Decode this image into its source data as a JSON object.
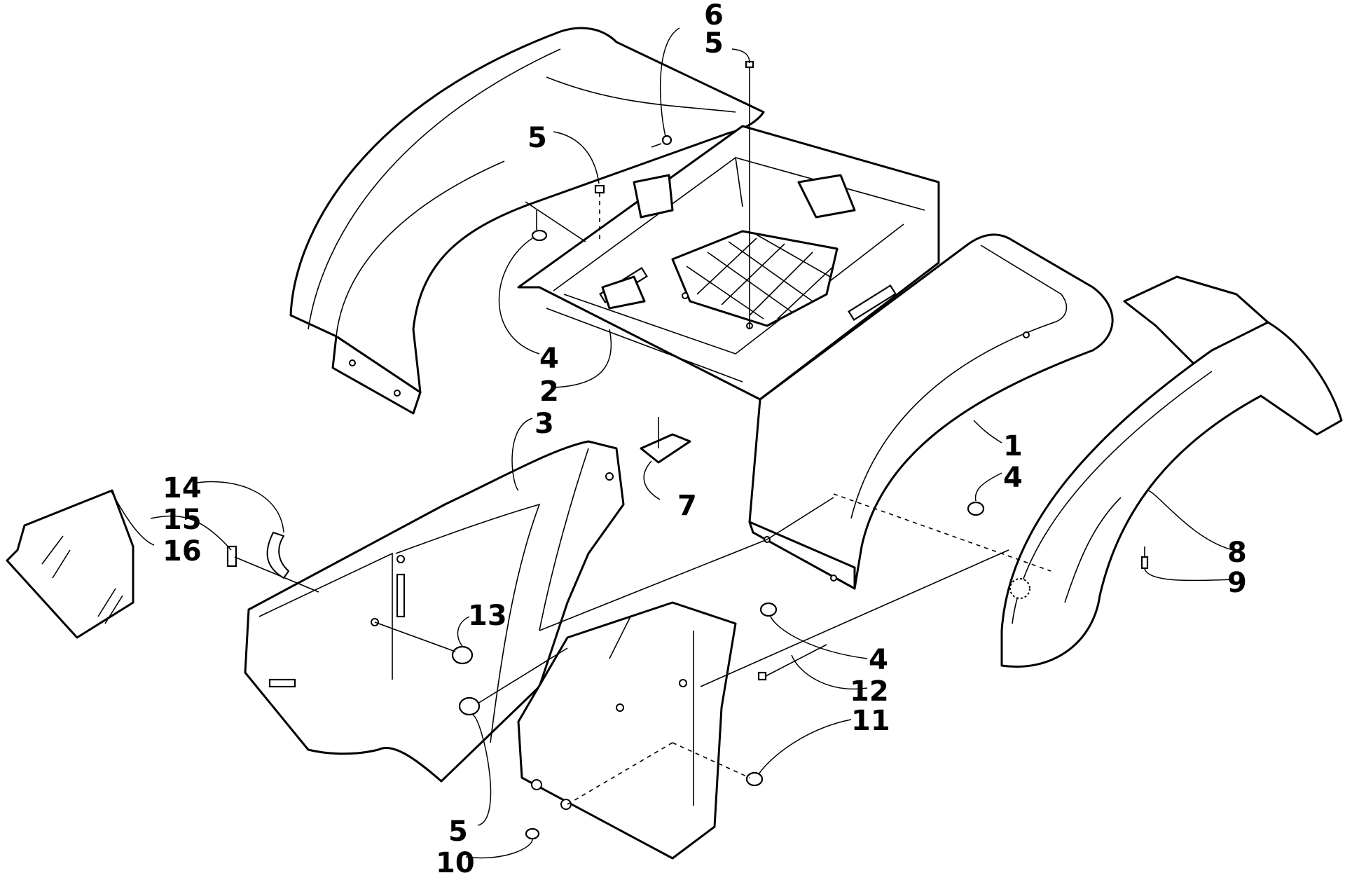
{
  "callouts": [
    {
      "id": "c6-top",
      "text": "6"
    },
    {
      "id": "c5-top",
      "text": "5"
    },
    {
      "id": "c5-rack",
      "text": "5"
    },
    {
      "id": "c4-left",
      "text": "4"
    },
    {
      "id": "c2",
      "text": "2"
    },
    {
      "id": "c3",
      "text": "3"
    },
    {
      "id": "c1",
      "text": "1"
    },
    {
      "id": "c4-fender",
      "text": "4"
    },
    {
      "id": "c7",
      "text": "7"
    },
    {
      "id": "c14",
      "text": "14"
    },
    {
      "id": "c15",
      "text": "15"
    },
    {
      "id": "c16",
      "text": "16"
    },
    {
      "id": "c13",
      "text": "13"
    },
    {
      "id": "c8",
      "text": "8"
    },
    {
      "id": "c9",
      "text": "9"
    },
    {
      "id": "c4-flap",
      "text": "4"
    },
    {
      "id": "c12",
      "text": "12"
    },
    {
      "id": "c11",
      "text": "11"
    },
    {
      "id": "c5-bottom",
      "text": "5"
    },
    {
      "id": "c10",
      "text": "10"
    }
  ]
}
